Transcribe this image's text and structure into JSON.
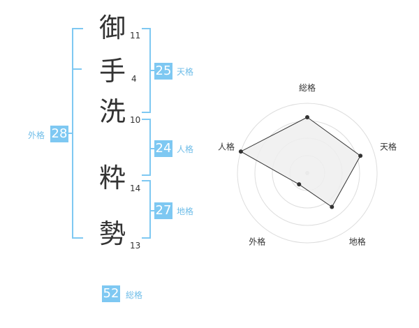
{
  "name": {
    "chars": [
      {
        "char": "御",
        "strokes": "11"
      },
      {
        "char": "手",
        "strokes": "4"
      },
      {
        "char": "洗",
        "strokes": "10"
      },
      {
        "char": "粋",
        "strokes": "14"
      },
      {
        "char": "勢",
        "strokes": "13"
      }
    ]
  },
  "kakusu": {
    "tenkaku": {
      "value": "25",
      "label": "天格"
    },
    "jinkaku": {
      "value": "24",
      "label": "人格"
    },
    "chikaku": {
      "value": "27",
      "label": "地格"
    },
    "gaikaku": {
      "value": "28",
      "label": "外格"
    },
    "soukaku": {
      "value": "52",
      "label": "総格"
    }
  },
  "colors": {
    "accent": "#7ec8f2",
    "radar_fill": "#eeeeee",
    "ring": "#dddddd"
  },
  "chart_data": {
    "type": "radar",
    "axes": [
      "総格",
      "天格",
      "地格",
      "外格",
      "人格"
    ],
    "max": 5,
    "values": [
      4,
      4,
      3,
      1,
      5
    ],
    "ring_count": 4
  }
}
